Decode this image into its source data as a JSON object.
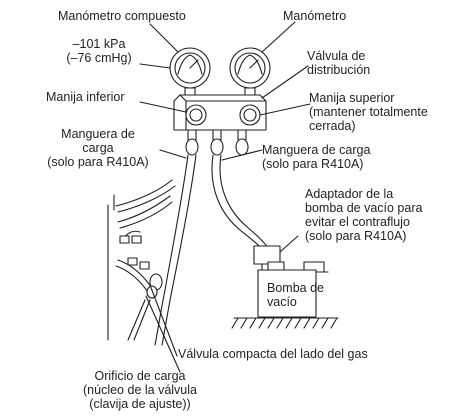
{
  "labels": {
    "compound_gauge": "Manómetro compuesto",
    "pressure_gauge": "Manómetro",
    "vacuum_value": "–101 kPa",
    "vacuum_value_cmhg": "(–76 cmHg)",
    "manifold_valve_l1": "Válvula de",
    "manifold_valve_l2": "distribución",
    "low_handle": "Manija inferior",
    "high_handle_l1": "Manija superior",
    "high_handle_l2": "(mantener totalmente",
    "high_handle_l3": "cerrada)",
    "charge_hose_left_l1": "Manguera de",
    "charge_hose_left_l2": "carga",
    "charge_hose_left_l3": "(solo para R410A)",
    "charge_hose_right_l1": "Manguera de carga",
    "charge_hose_right_l2": "(solo para R410A)",
    "adapter_l1": "Adaptador de la",
    "adapter_l2": "bomba de vacío para",
    "adapter_l3": "evitar el contraflujo",
    "adapter_l4": "(solo para R410A)",
    "vacuum_pump_l1": "Bomba de",
    "vacuum_pump_l2": "vacío",
    "gas_valve": "Válvula compacta del lado del gas",
    "service_port_l1": "Orificio de carga",
    "service_port_l2": "(núcleo de la válvula",
    "service_port_l3": "(clavija de ajuste))"
  },
  "colors": {
    "line": "#231f20",
    "background": "#ffffff"
  }
}
